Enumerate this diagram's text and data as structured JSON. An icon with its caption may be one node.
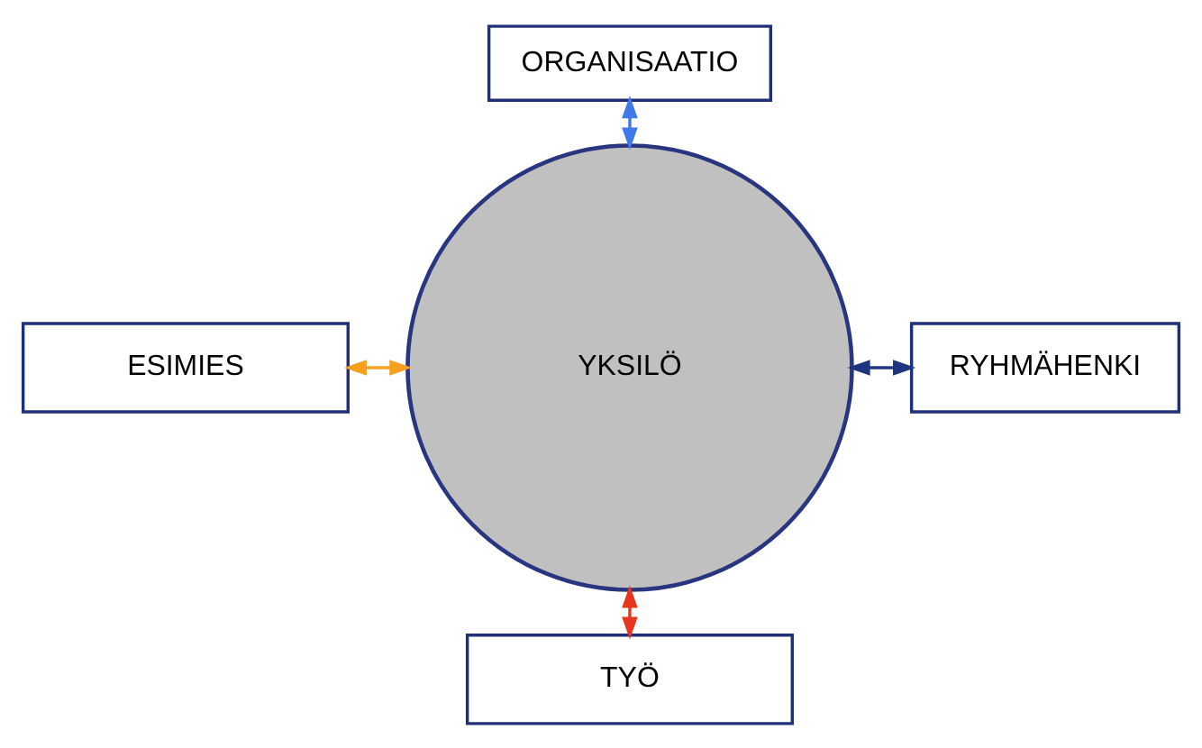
{
  "diagram": {
    "nodes": [
      {
        "text": [
          "ORGANISAATIO"
        ]
      },
      {
        "text": [
          "ESIMIES"
        ]
      },
      {
        "text": [
          "YKSILÖ"
        ]
      },
      {
        "text": [
          "RYHMÄHENKI"
        ]
      },
      {
        "text": [
          "TYÖ"
        ]
      }
    ],
    "edges": [
      {
        "from": 0,
        "to": 2,
        "arrow": "both",
        "color": "#3f78e8"
      },
      {
        "from": 1,
        "to": 2,
        "arrow": "both",
        "color": "#f5a020"
      },
      {
        "from": 2,
        "to": 3,
        "arrow": "both",
        "color": "#1f3580"
      },
      {
        "from": 2,
        "to": 4,
        "arrow": "both",
        "color": "#e8351e"
      }
    ]
  }
}
